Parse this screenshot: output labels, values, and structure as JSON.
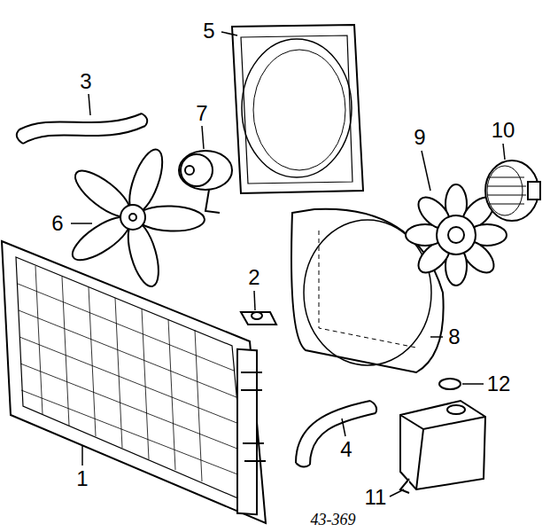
{
  "diagram": {
    "labels": [
      "5",
      "3",
      "7",
      "10",
      "9",
      "6",
      "2",
      "8",
      "12",
      "4",
      "1",
      "11",
      "43-369"
    ]
  }
}
